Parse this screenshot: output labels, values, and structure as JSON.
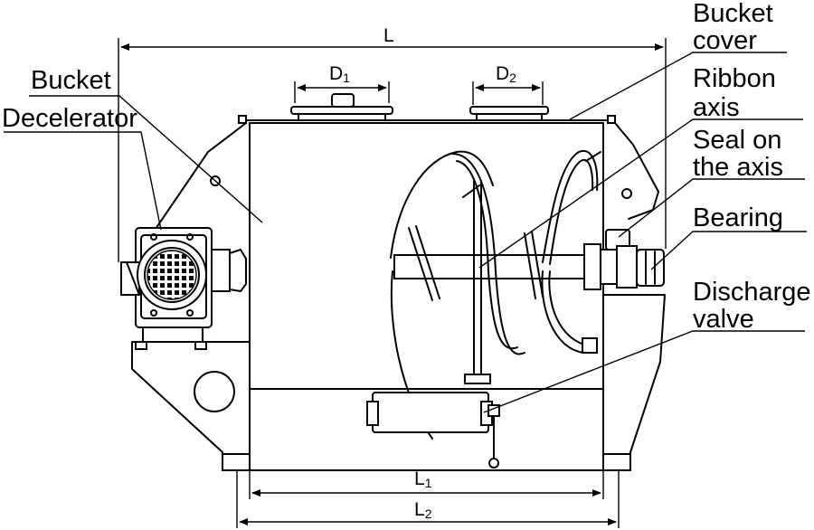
{
  "labels": {
    "bucket_cover_1": "Bucket",
    "bucket_cover_2": "cover",
    "ribbon_axis_1": "Ribbon",
    "ribbon_axis_2": "axis",
    "seal_1": "Seal on",
    "seal_2": "the axis",
    "bearing": "Bearing",
    "discharge_1": "Discharge",
    "discharge_2": "valve",
    "bucket": "Bucket",
    "decelerator": "Decelerator"
  },
  "dimensions": {
    "L": "L",
    "D1_main": "D",
    "D1_sub": "1",
    "D2_main": "D",
    "D2_sub": "2",
    "L1_main": "L",
    "L1_sub": "1",
    "L2_main": "L",
    "L2_sub": "2"
  }
}
